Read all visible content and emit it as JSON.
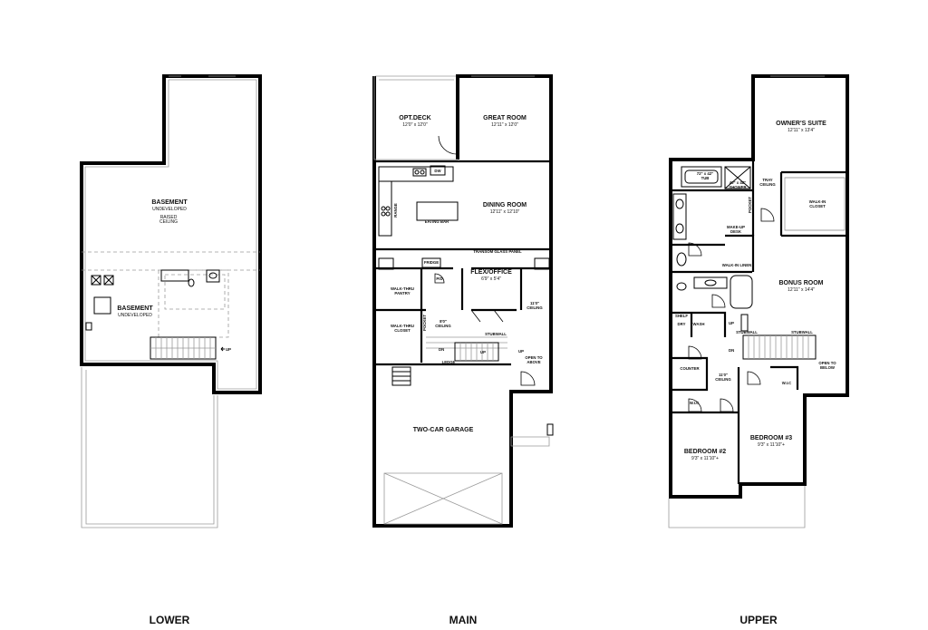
{
  "levels": {
    "lower": {
      "label": "LOWER",
      "rooms": [
        {
          "name": "BASEMENT",
          "sub": "UNDEVELOPED",
          "note1": "RAISED",
          "note2": "CEILING"
        },
        {
          "name": "BASEMENT",
          "sub": "UNDEVELOPED"
        }
      ],
      "up": "UP"
    },
    "main": {
      "label": "MAIN",
      "rooms": [
        {
          "name": "OPT.DECK",
          "dims": "12'0\" x 12'0\""
        },
        {
          "name": "GREAT ROOM",
          "dims": "12'11\" x 12'0\""
        },
        {
          "name": "DINING ROOM",
          "dims": "12'11\" x 12'10\""
        },
        {
          "name": "FLEX/OFFICE",
          "dims": "6'9\" x 5'4\""
        },
        {
          "name": "TWO-CAR GARAGE",
          "dims": ""
        }
      ],
      "notes": {
        "dw": "DW",
        "range": "RANGE",
        "eating_bar": "EATING BAR",
        "transom": "TRANSOM GLASS PANEL",
        "fridge": "FRIDGE",
        "pd": "P/D",
        "pantry1": "WALK-THRU",
        "pantry2": "PANTRY",
        "closet1": "WALK-THRU",
        "closet2": "CLOSET",
        "pocket": "POCKET",
        "ceil8a": "8'0\"",
        "ceil8b": "CEILING",
        "ceil11a": "11'0\"",
        "ceil11b": "CEILING",
        "stubwall": "STUBWALL",
        "ledge": "LEDGE",
        "open1": "OPEN TO",
        "open2": "ABOVE",
        "up": "UP",
        "dn": "DN"
      }
    },
    "upper": {
      "label": "UPPER",
      "rooms": [
        {
          "name": "OWNER'S SUITE",
          "dims": "12'11\" x 13'4\""
        },
        {
          "name": "BONUS ROOM",
          "dims": "12'11\" x 14'4\""
        },
        {
          "name": "BEDROOM #2",
          "dims": "9'3\" x 11'10\"+"
        },
        {
          "name": "BEDROOM #3",
          "dims": "9'3\" x 11'10\"+"
        }
      ],
      "notes": {
        "tub1": "72\" x 42\"",
        "tub2": "TUB",
        "shower1": "40\" x 48\"",
        "shower2": "SHOWER",
        "tray1": "TRAY",
        "tray2": "CEILING",
        "walkin1": "WALK-IN",
        "walkin2": "CLOSET",
        "pocket": "POCKET",
        "makeup1": "MAKE-UP",
        "makeup2": "DESK",
        "linen": "WALK-IN LINEN",
        "shelf": "SHELF",
        "dry": "DRY",
        "wash": "WASH",
        "stubwall_a": "STUBWALL",
        "stubwall_b": "STUBWALL",
        "counter": "COUNTER",
        "ceil11a": "11'0\"",
        "ceil11b": "CEILING",
        "open1": "OPEN TO",
        "open2": "BELOW",
        "wic_a": "W.I.C",
        "wic_b": "W.I.C",
        "up": "UP",
        "dn": "DN"
      }
    }
  }
}
